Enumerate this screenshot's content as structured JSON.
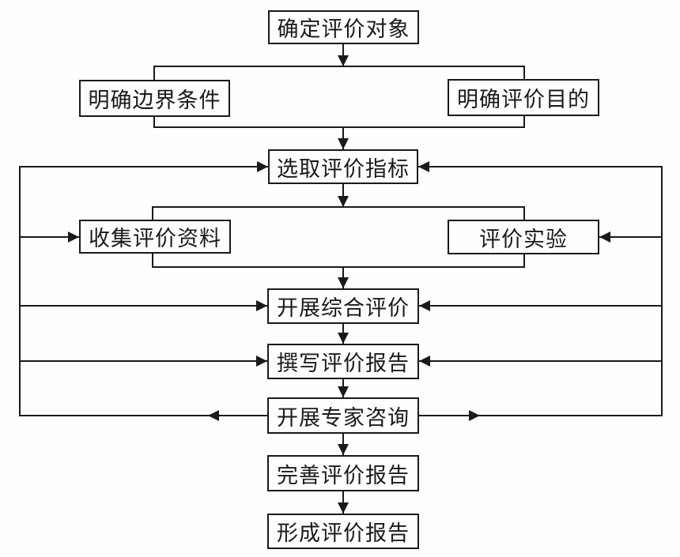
{
  "nodes": [
    {
      "id": "determine-evaluation-object",
      "label": "确定评价对象"
    },
    {
      "id": "clarify-boundary-conditions",
      "label": "明确边界条件"
    },
    {
      "id": "clarify-evaluation-purpose",
      "label": "明确评价目的"
    },
    {
      "id": "select-evaluation-indicators",
      "label": "选取评价指标"
    },
    {
      "id": "collect-evaluation-data",
      "label": "收集评价资料"
    },
    {
      "id": "evaluation-experiment",
      "label": "评价实验"
    },
    {
      "id": "conduct-comprehensive-evaluation",
      "label": "开展综合评价"
    },
    {
      "id": "write-evaluation-report",
      "label": "撰写评价报告"
    },
    {
      "id": "expert-consultation",
      "label": "开展专家咨询"
    },
    {
      "id": "improve-evaluation-report",
      "label": "完善评价报告"
    },
    {
      "id": "form-evaluation-report",
      "label": "形成评价报告"
    }
  ],
  "edges": [
    {
      "from": "determine-evaluation-object",
      "to": "clarify-boundary-conditions",
      "type": "main"
    },
    {
      "from": "determine-evaluation-object",
      "to": "clarify-evaluation-purpose",
      "type": "main"
    },
    {
      "from": "clarify-boundary-conditions",
      "to": "select-evaluation-indicators",
      "type": "main"
    },
    {
      "from": "clarify-evaluation-purpose",
      "to": "select-evaluation-indicators",
      "type": "main"
    },
    {
      "from": "select-evaluation-indicators",
      "to": "collect-evaluation-data",
      "type": "main"
    },
    {
      "from": "select-evaluation-indicators",
      "to": "evaluation-experiment",
      "type": "main"
    },
    {
      "from": "collect-evaluation-data",
      "to": "conduct-comprehensive-evaluation",
      "type": "main"
    },
    {
      "from": "evaluation-experiment",
      "to": "conduct-comprehensive-evaluation",
      "type": "main"
    },
    {
      "from": "conduct-comprehensive-evaluation",
      "to": "write-evaluation-report",
      "type": "main"
    },
    {
      "from": "write-evaluation-report",
      "to": "expert-consultation",
      "type": "main"
    },
    {
      "from": "expert-consultation",
      "to": "improve-evaluation-report",
      "type": "main"
    },
    {
      "from": "improve-evaluation-report",
      "to": "form-evaluation-report",
      "type": "main"
    },
    {
      "from": "expert-consultation",
      "to": "select-evaluation-indicators",
      "type": "feedback-left"
    },
    {
      "from": "expert-consultation",
      "to": "collect-evaluation-data",
      "type": "feedback-left"
    },
    {
      "from": "expert-consultation",
      "to": "conduct-comprehensive-evaluation",
      "type": "feedback-left"
    },
    {
      "from": "expert-consultation",
      "to": "write-evaluation-report",
      "type": "feedback-left"
    },
    {
      "from": "expert-consultation",
      "to": "select-evaluation-indicators",
      "type": "feedback-right"
    },
    {
      "from": "expert-consultation",
      "to": "evaluation-experiment",
      "type": "feedback-right"
    },
    {
      "from": "expert-consultation",
      "to": "conduct-comprehensive-evaluation",
      "type": "feedback-right"
    },
    {
      "from": "expert-consultation",
      "to": "write-evaluation-report",
      "type": "feedback-right"
    }
  ],
  "colors": {
    "line": "#1a1a1a",
    "background": "#fefefe",
    "node_fill": "#fefefe"
  }
}
